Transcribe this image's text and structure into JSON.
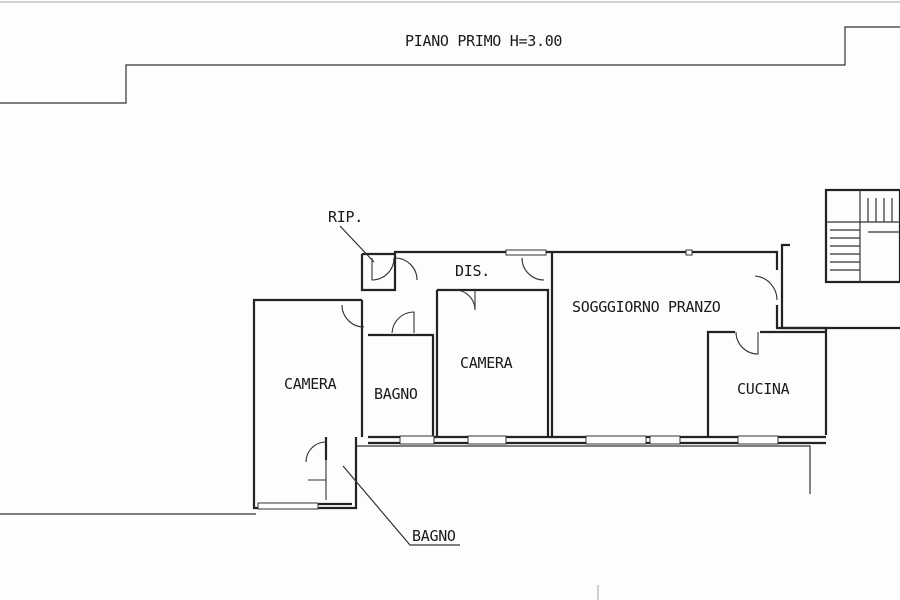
{
  "title": "PIANO PRIMO H=3.00",
  "rooms": {
    "rip": "RIP.",
    "dis": "DIS.",
    "soggiorno": "SOGGGIORNO PRANZO",
    "camera_left": "CAMERA",
    "bagno_mid": "BAGNO",
    "camera_mid": "CAMERA",
    "cucina": "CUCINA",
    "bagno_bottom": "BAGNO"
  }
}
